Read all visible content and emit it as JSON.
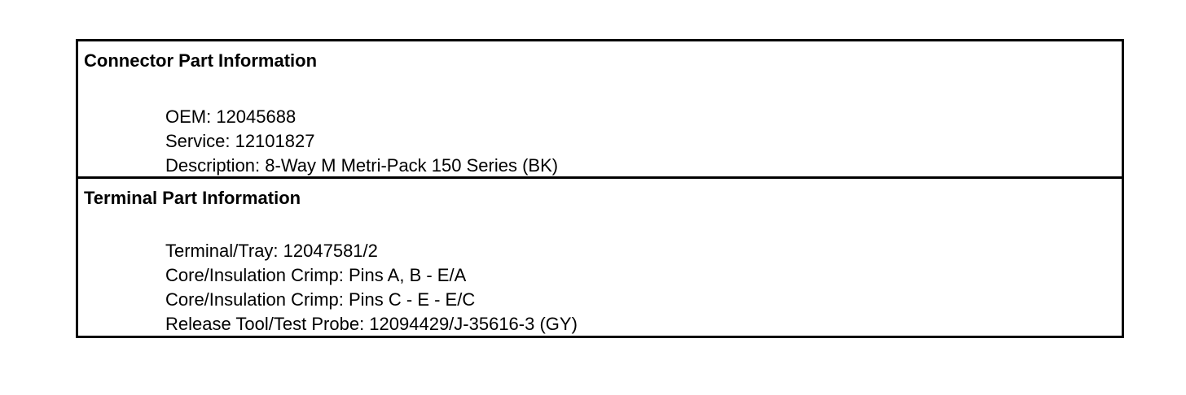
{
  "connector": {
    "title": "Connector Part Information",
    "lines": [
      "OEM: 12045688",
      "Service: 12101827",
      "Description: 8-Way M Metri-Pack 150 Series (BK)"
    ]
  },
  "terminal": {
    "title": "Terminal Part Information",
    "lines": [
      "Terminal/Tray: 12047581/2",
      "Core/Insulation Crimp: Pins A, B - E/A",
      "Core/Insulation Crimp: Pins C - E - E/C",
      "Release Tool/Test Probe: 12094429/J-35616-3 (GY)"
    ]
  }
}
